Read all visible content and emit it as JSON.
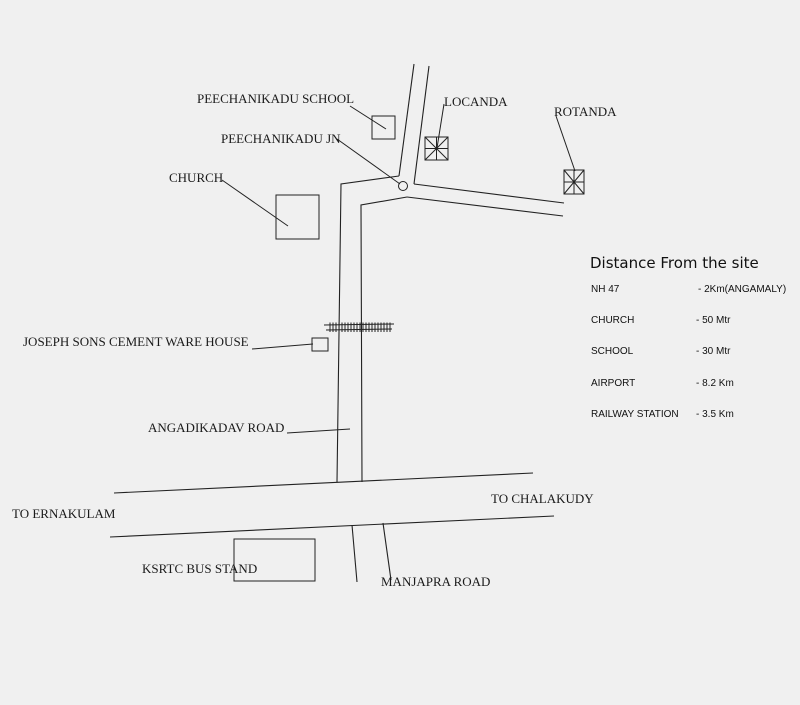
{
  "labels": {
    "peechanikadu_school": "PEECHANIKADU SCHOOL",
    "locanda": "LOCANDA",
    "rotanda": "ROTANDA",
    "peechanikadu_jn": "PEECHANIKADU JN",
    "church": "CHURCH",
    "joseph_sons": "JOSEPH SONS CEMENT WARE HOUSE",
    "angadikadav_road": "ANGADIKADAV ROAD",
    "to_ernakulam": "TO ERNAKULAM",
    "to_chalakudy": "TO CHALAKUDY",
    "ksrtc_bus_stand": "KSRTC BUS STAND",
    "manjapra_road": "MANJAPRA ROAD"
  },
  "legend": {
    "title": "Distance From the site",
    "rows": [
      {
        "place": "NH 47",
        "distance": "- 2Km(ANGAMALY)"
      },
      {
        "place": "CHURCH",
        "distance": "- 50 Mtr"
      },
      {
        "place": "SCHOOL",
        "distance": "- 30 Mtr"
      },
      {
        "place": "AIRPORT",
        "distance": "- 8.2 Km"
      },
      {
        "place": "RAILWAY STATION",
        "distance": "- 3.5 Km"
      }
    ]
  }
}
